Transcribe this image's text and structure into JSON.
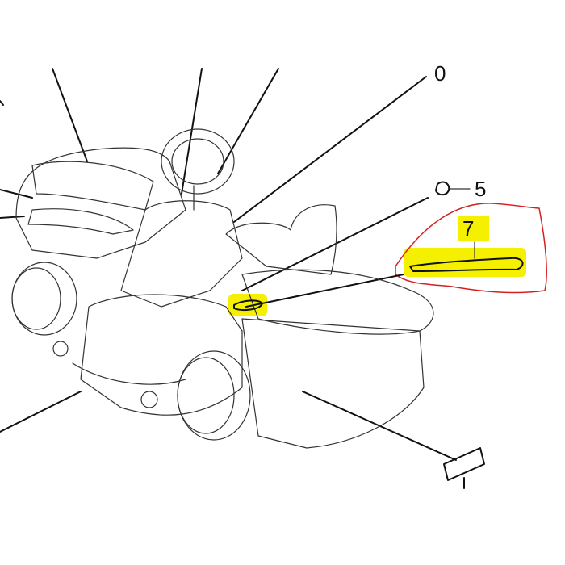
{
  "diagram": {
    "callouts": [
      {
        "id": "5",
        "label": "5"
      },
      {
        "id": "7",
        "label": "7"
      }
    ],
    "partial_label_top": "0",
    "highlight_color": "#f5f000",
    "circle_color": "#d42020"
  }
}
